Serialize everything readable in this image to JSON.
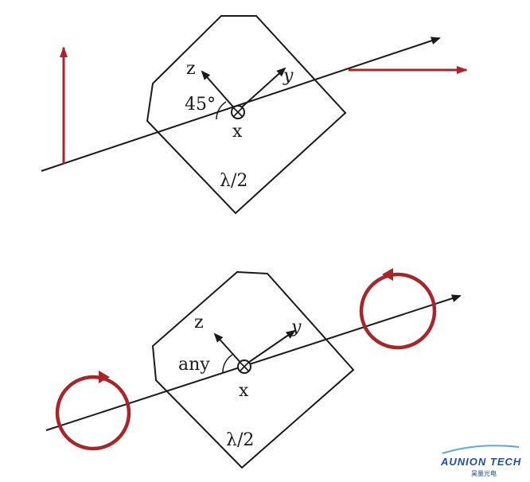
{
  "top_panel": {
    "angle_label": "45°",
    "axis_x": "x",
    "axis_y": "y",
    "axis_z": "z",
    "plate_label": "λ/2"
  },
  "bottom_panel": {
    "angle_label": "any",
    "axis_x": "x",
    "axis_y": "y",
    "axis_z": "z",
    "plate_label": "λ/2"
  },
  "logo": {
    "name": "AUNION TECH",
    "subtitle": "昊量光电"
  },
  "colors": {
    "ink": "#1a1a1a",
    "polarization": "#a8252a",
    "brand": "#1f4e9c"
  }
}
